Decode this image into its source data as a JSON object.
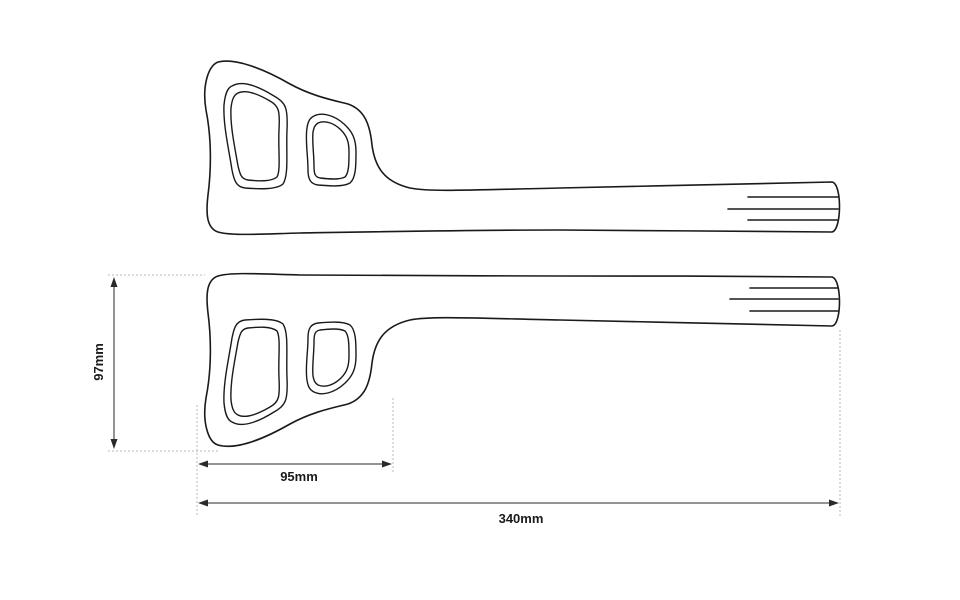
{
  "dimensions": {
    "height_label": "97mm",
    "handle_width_label": "95mm",
    "total_length_label": "340mm"
  },
  "colors": {
    "stroke": "#1a1a1a",
    "extension_line": "#b8b8b8",
    "background": "#ffffff"
  }
}
